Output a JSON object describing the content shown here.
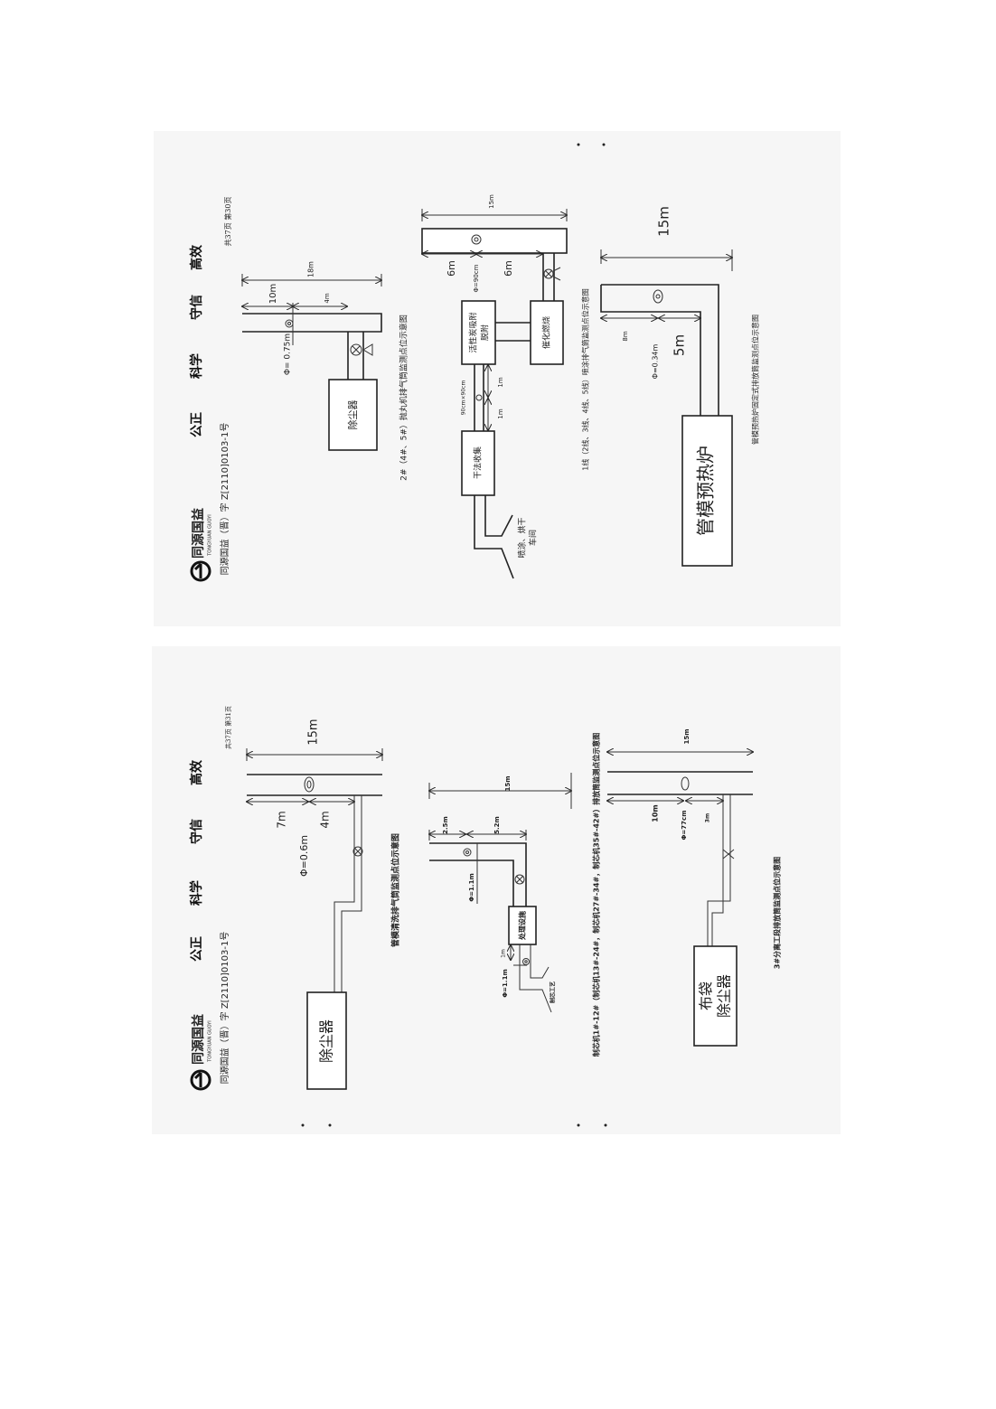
{
  "pages": [
    {
      "header": {
        "logo_cn": "同源国益",
        "logo_en": "TONGYUAN GUOYI",
        "doc_code": "同源国益（晋）字 Z[2110]0103-1号",
        "motto": [
          "公正",
          "科学",
          "守信",
          "高效"
        ],
        "page_info": "共37页  第30页"
      },
      "diagrams": [
        {
          "caption": "2#（4#、5#）抛丸机排气筒监测点位示意图",
          "equipment": "除尘器",
          "height_total": "18m",
          "dim_a": "10m",
          "dim_b": "4m",
          "diameter": "Φ= 0.75m"
        },
        {
          "caption": "1线（2线、3线、4线、5线）喷涂排气筒监测点位示意图",
          "box_adsorption_1": "活性炭吸附",
          "box_adsorption_2": "脱附",
          "box_catalytic": "催化燃烧",
          "box_dry": "干法收集",
          "source_1": "喷涂、烘干",
          "source_2": "车间",
          "height_total": "15m",
          "dim_a": "6m",
          "dim_b": "6m",
          "diameter": "Φ=90cm",
          "duct_size": "90cm×90cm",
          "dim_c": "1m",
          "dim_d": "1m"
        },
        {
          "caption": "管模预热炉固定式排放筒监测点位示意图",
          "equipment": "管模预热炉",
          "height_total": "15m",
          "dim_a": "8m",
          "dim_b": "5m",
          "diameter": "Φ=0.34m"
        }
      ]
    },
    {
      "header": {
        "logo_cn": "同源国益",
        "logo_en": "TONGYUAN GUOYI",
        "doc_code": "同源国益（晋）字 Z[2110]0103-1号",
        "motto": [
          "公正",
          "科学",
          "守信",
          "高效"
        ],
        "page_info": "共37页  第31页"
      },
      "diagrams": [
        {
          "caption": "管模清洗排气筒监测点位示意图",
          "equipment": "除尘器",
          "height_total": "15m",
          "dim_a": "7m",
          "dim_b": "4m",
          "diameter": "Φ=0.6m"
        },
        {
          "caption": "制芯机1#-12#（制芯机13#-24#，制芯机27#-34#，制芯机35#-42#）排放筒监测点位示意图",
          "equipment": "处理设施",
          "source": "制芯工艺",
          "height_total": "15m",
          "dim_a": "2.5m",
          "dim_b": "5.2m",
          "diameter": "Φ=1.1m",
          "diameter_inlet": "Φ=1.1m",
          "dim_c": "1m"
        },
        {
          "caption": "3#分离工段排放筒监测点位示意图",
          "equipment_1": "布袋",
          "equipment_2": "除尘器",
          "height_total": "15m",
          "dim_a": "10m",
          "dim_b": "3m",
          "diameter": "Φ=77cm"
        }
      ]
    }
  ]
}
